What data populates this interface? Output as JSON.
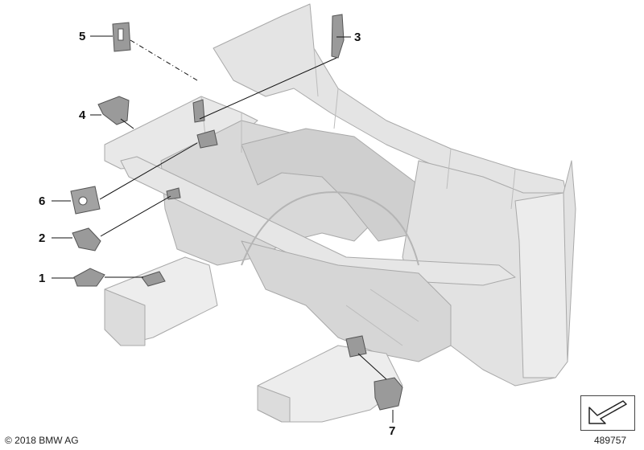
{
  "callouts": [
    {
      "id": 1,
      "label": "1"
    },
    {
      "id": 2,
      "label": "2"
    },
    {
      "id": 3,
      "label": "3"
    },
    {
      "id": 4,
      "label": "4"
    },
    {
      "id": 5,
      "label": "5"
    },
    {
      "id": 6,
      "label": "6"
    },
    {
      "id": 7,
      "label": "7"
    }
  ],
  "footer": {
    "copyright": "© 2018 BMW AG",
    "diagram_number": "489757"
  },
  "colors": {
    "structure_fill": "#dedede",
    "structure_light": "#ececec",
    "structure_dark": "#bdbdbd",
    "structure_edge": "#a9a9a9",
    "part_fill": "#9a9a9a",
    "part_dark": "#555555",
    "leader": "#111111"
  },
  "icons": {
    "navigation": "arrow-down-left-icon"
  }
}
